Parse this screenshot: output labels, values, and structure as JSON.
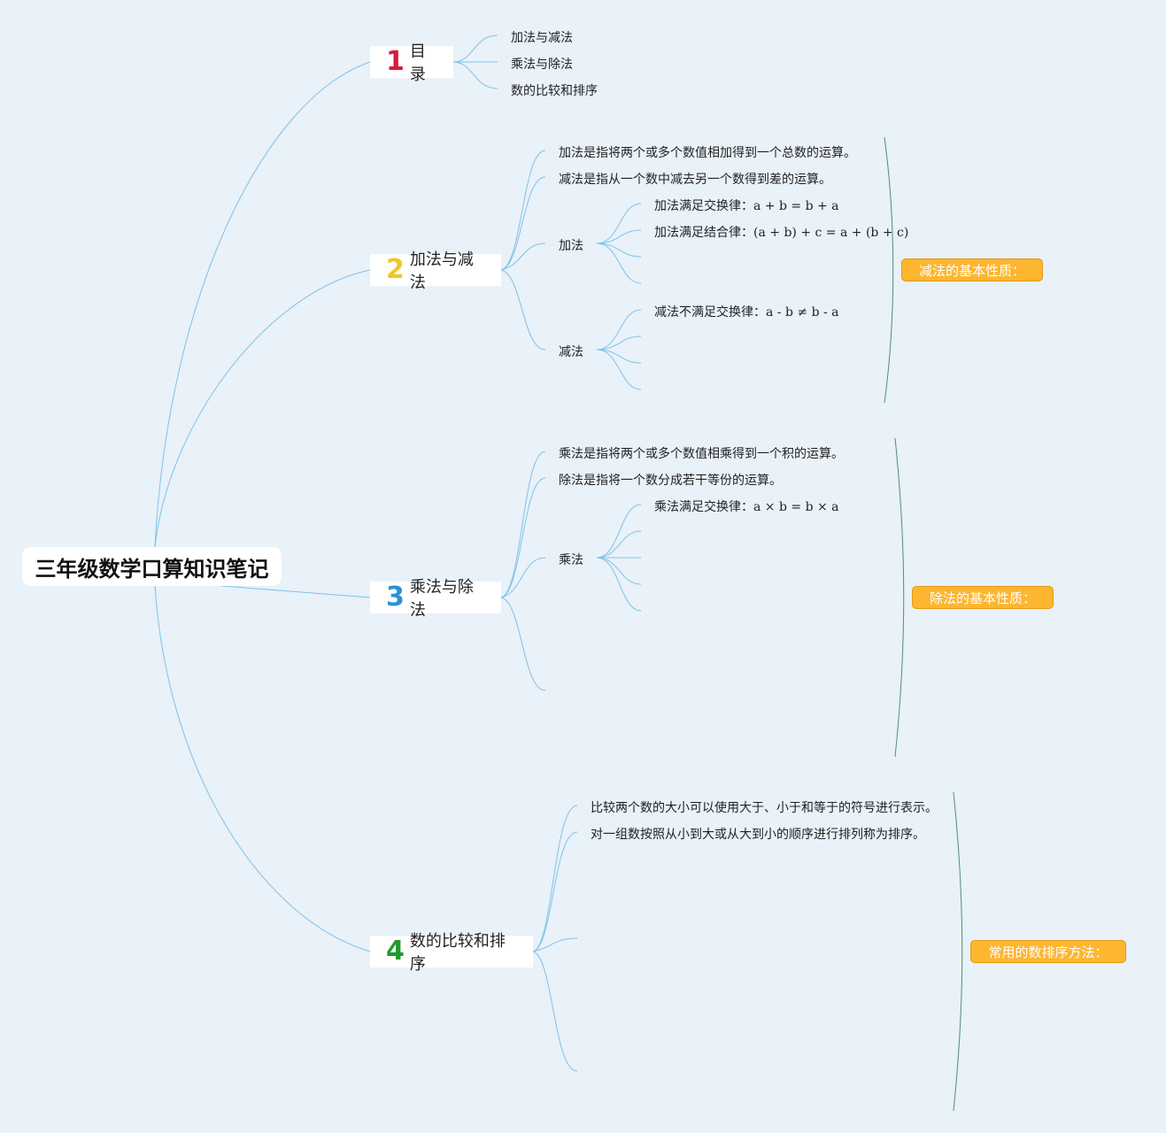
{
  "root": {
    "title": "三年级数学口算知识笔记"
  },
  "topics": [
    {
      "number": "1",
      "label": "目录",
      "color": "#d81b3c"
    },
    {
      "number": "2",
      "label": "加法与减法",
      "color": "#f3c623"
    },
    {
      "number": "3",
      "label": "乘法与除法",
      "color": "#2b8fd6"
    },
    {
      "number": "4",
      "label": "数的比较和排序",
      "color": "#1f9a2e"
    }
  ],
  "toc": [
    "加法与减法",
    "乘法与除法",
    "数的比较和排序"
  ],
  "add_sub": {
    "def_add": "加法是指将两个或多个数值相加得到一个总数的运算。",
    "def_sub": "减法是指从一个数中减去另一个数得到差的运算。",
    "add_label": "加法",
    "add_rule1_text": "加法满足交换律：",
    "add_rule1_formula": "a + b = b + a",
    "add_rule2_text": "加法满足结合律：",
    "add_rule2_formula": "(a + b) + c = a + (b + c)",
    "sub_label": "减法",
    "sub_rule1_text": "减法不满足交换律：",
    "sub_rule1_formula": "a - b ≠ b - a",
    "summary": "减法的基本性质："
  },
  "mul_div": {
    "def_mul": "乘法是指将两个或多个数值相乘得到一个积的运算。",
    "def_div": "除法是指将一个数分成若干等份的运算。",
    "mul_label": "乘法",
    "mul_rule1_text": "乘法满足交换律：",
    "mul_rule1_formula": "a × b = b × a",
    "summary": "除法的基本性质："
  },
  "compare": {
    "item1": "比较两个数的大小可以使用大于、小于和等于的符号进行表示。",
    "item2": "对一组数按照从小到大或从大到小的顺序进行排列称为排序。",
    "summary": "常用的数排序方法："
  },
  "colors": {
    "background": "#e9f1f9",
    "line": "#7ec3e8",
    "bracket": "#4e8f7c",
    "badge": "#fdb62f"
  }
}
